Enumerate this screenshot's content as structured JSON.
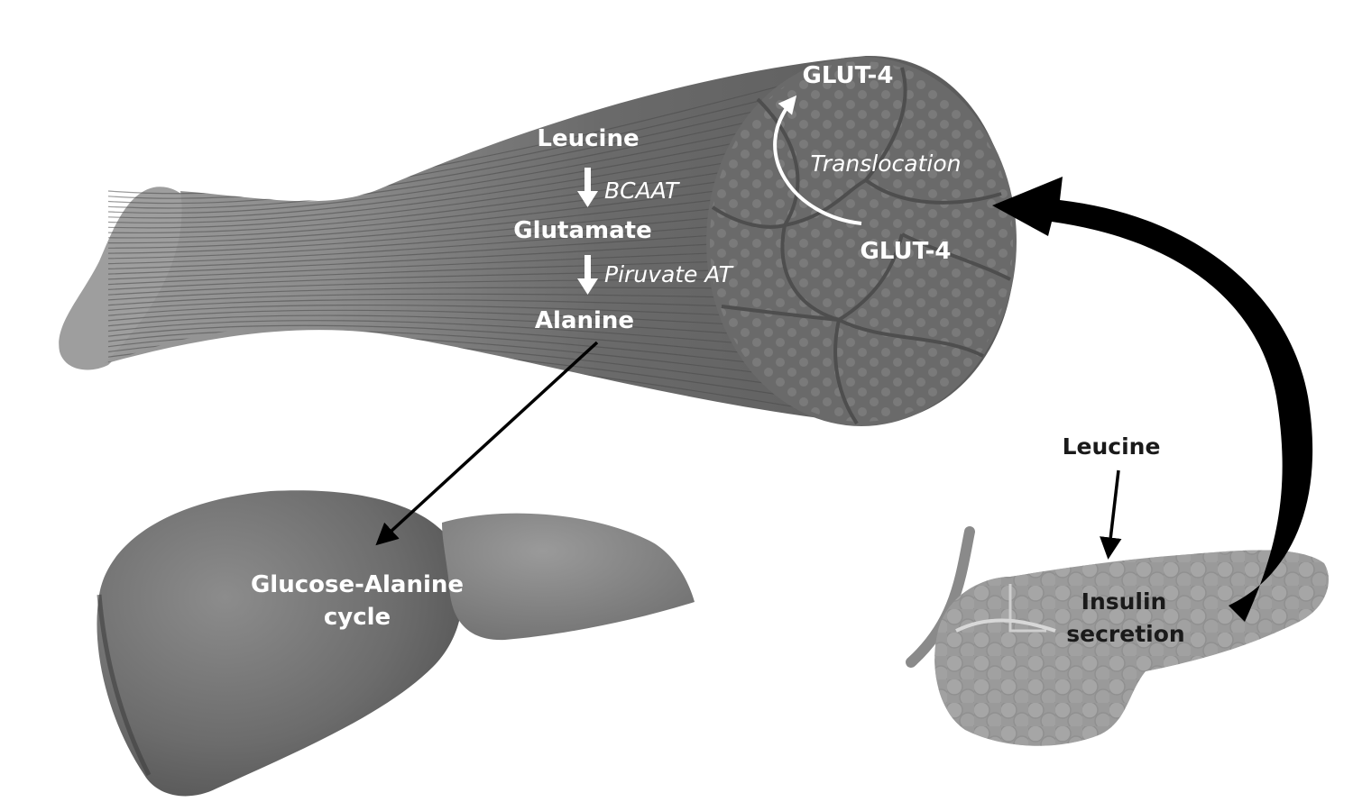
{
  "muscle": {
    "labels": {
      "glut4_top": "GLUT-4",
      "glut4_bottom": "GLUT-4",
      "translocation": "Translocation",
      "leucine": "Leucine",
      "bcaat": "BCAAT",
      "glutamate": "Glutamate",
      "piruvate_at": "Piruvate AT",
      "alanine": "Alanine"
    }
  },
  "liver": {
    "label_line1": "Glucose-Alanine",
    "label_line2": "cycle"
  },
  "pancreas": {
    "leucine": "Leucine",
    "insulin_line1": "Insulin",
    "insulin_line2": "secretion"
  },
  "colors": {
    "muscle_dark": "#5e5e5e",
    "muscle_light": "#8a8a8a",
    "liver": "#6f6f6f",
    "pancreas": "#9a9a9a",
    "arrow": "#000000"
  }
}
